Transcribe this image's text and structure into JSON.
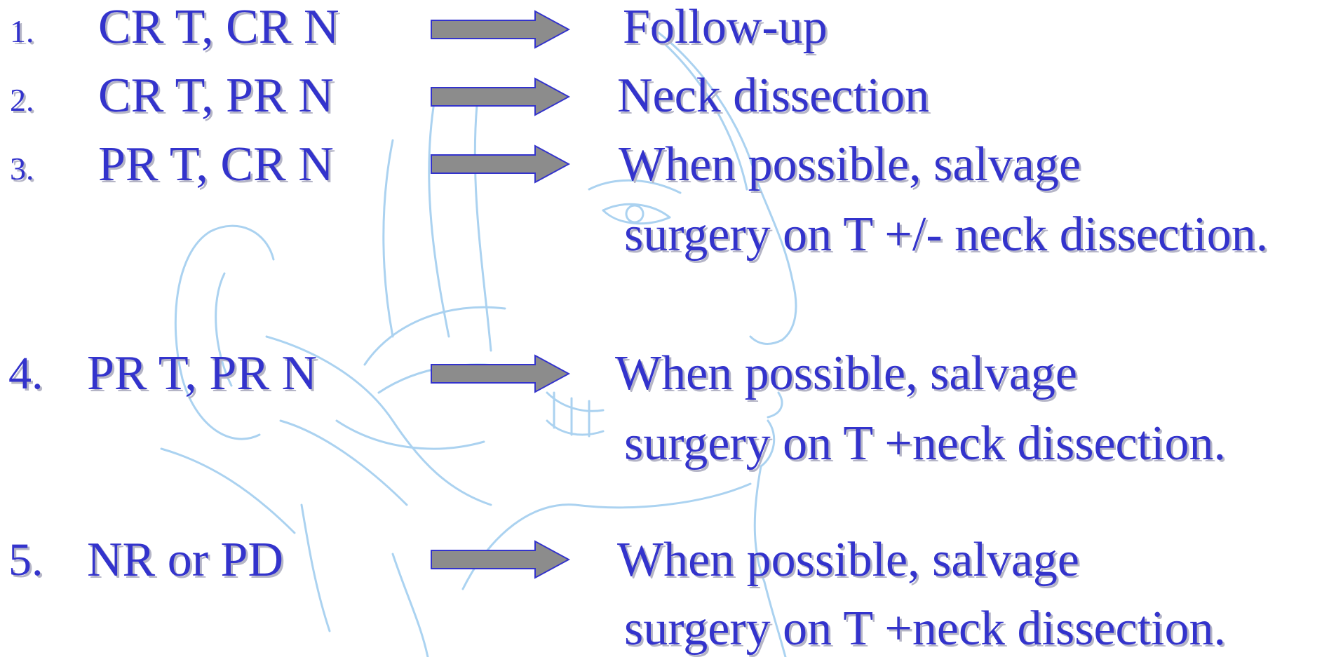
{
  "rows": [
    {
      "number": "1.",
      "condition": "CR T, CR N",
      "outcome_line1": "Follow-up",
      "outcome_line2": ""
    },
    {
      "number": "2.",
      "condition": "CR T, PR N",
      "outcome_line1": "Neck dissection",
      "outcome_line2": ""
    },
    {
      "number": "3.",
      "condition": "PR T, CR N",
      "outcome_line1": "When possible, salvage",
      "outcome_line2": "surgery on T +/- neck  dissection."
    },
    {
      "number": "4.",
      "condition": "PR T, PR N",
      "outcome_line1": "When possible, salvage",
      "outcome_line2": "surgery on T +neck dissection."
    },
    {
      "number": "5.",
      "condition": "NR or PD",
      "outcome_line1": "When possible, salvage",
      "outcome_line2": "surgery on T +neck dissection."
    }
  ],
  "colors": {
    "text": "#3333cc",
    "text_shadow": "#b5b5c6",
    "arrow_fill": "#8c8c8c",
    "arrow_stroke": "#3333cc",
    "sketch": "#8fc4ec"
  },
  "icons": {
    "arrow": "right-arrow-icon",
    "background": "face-sketch-illustration"
  }
}
